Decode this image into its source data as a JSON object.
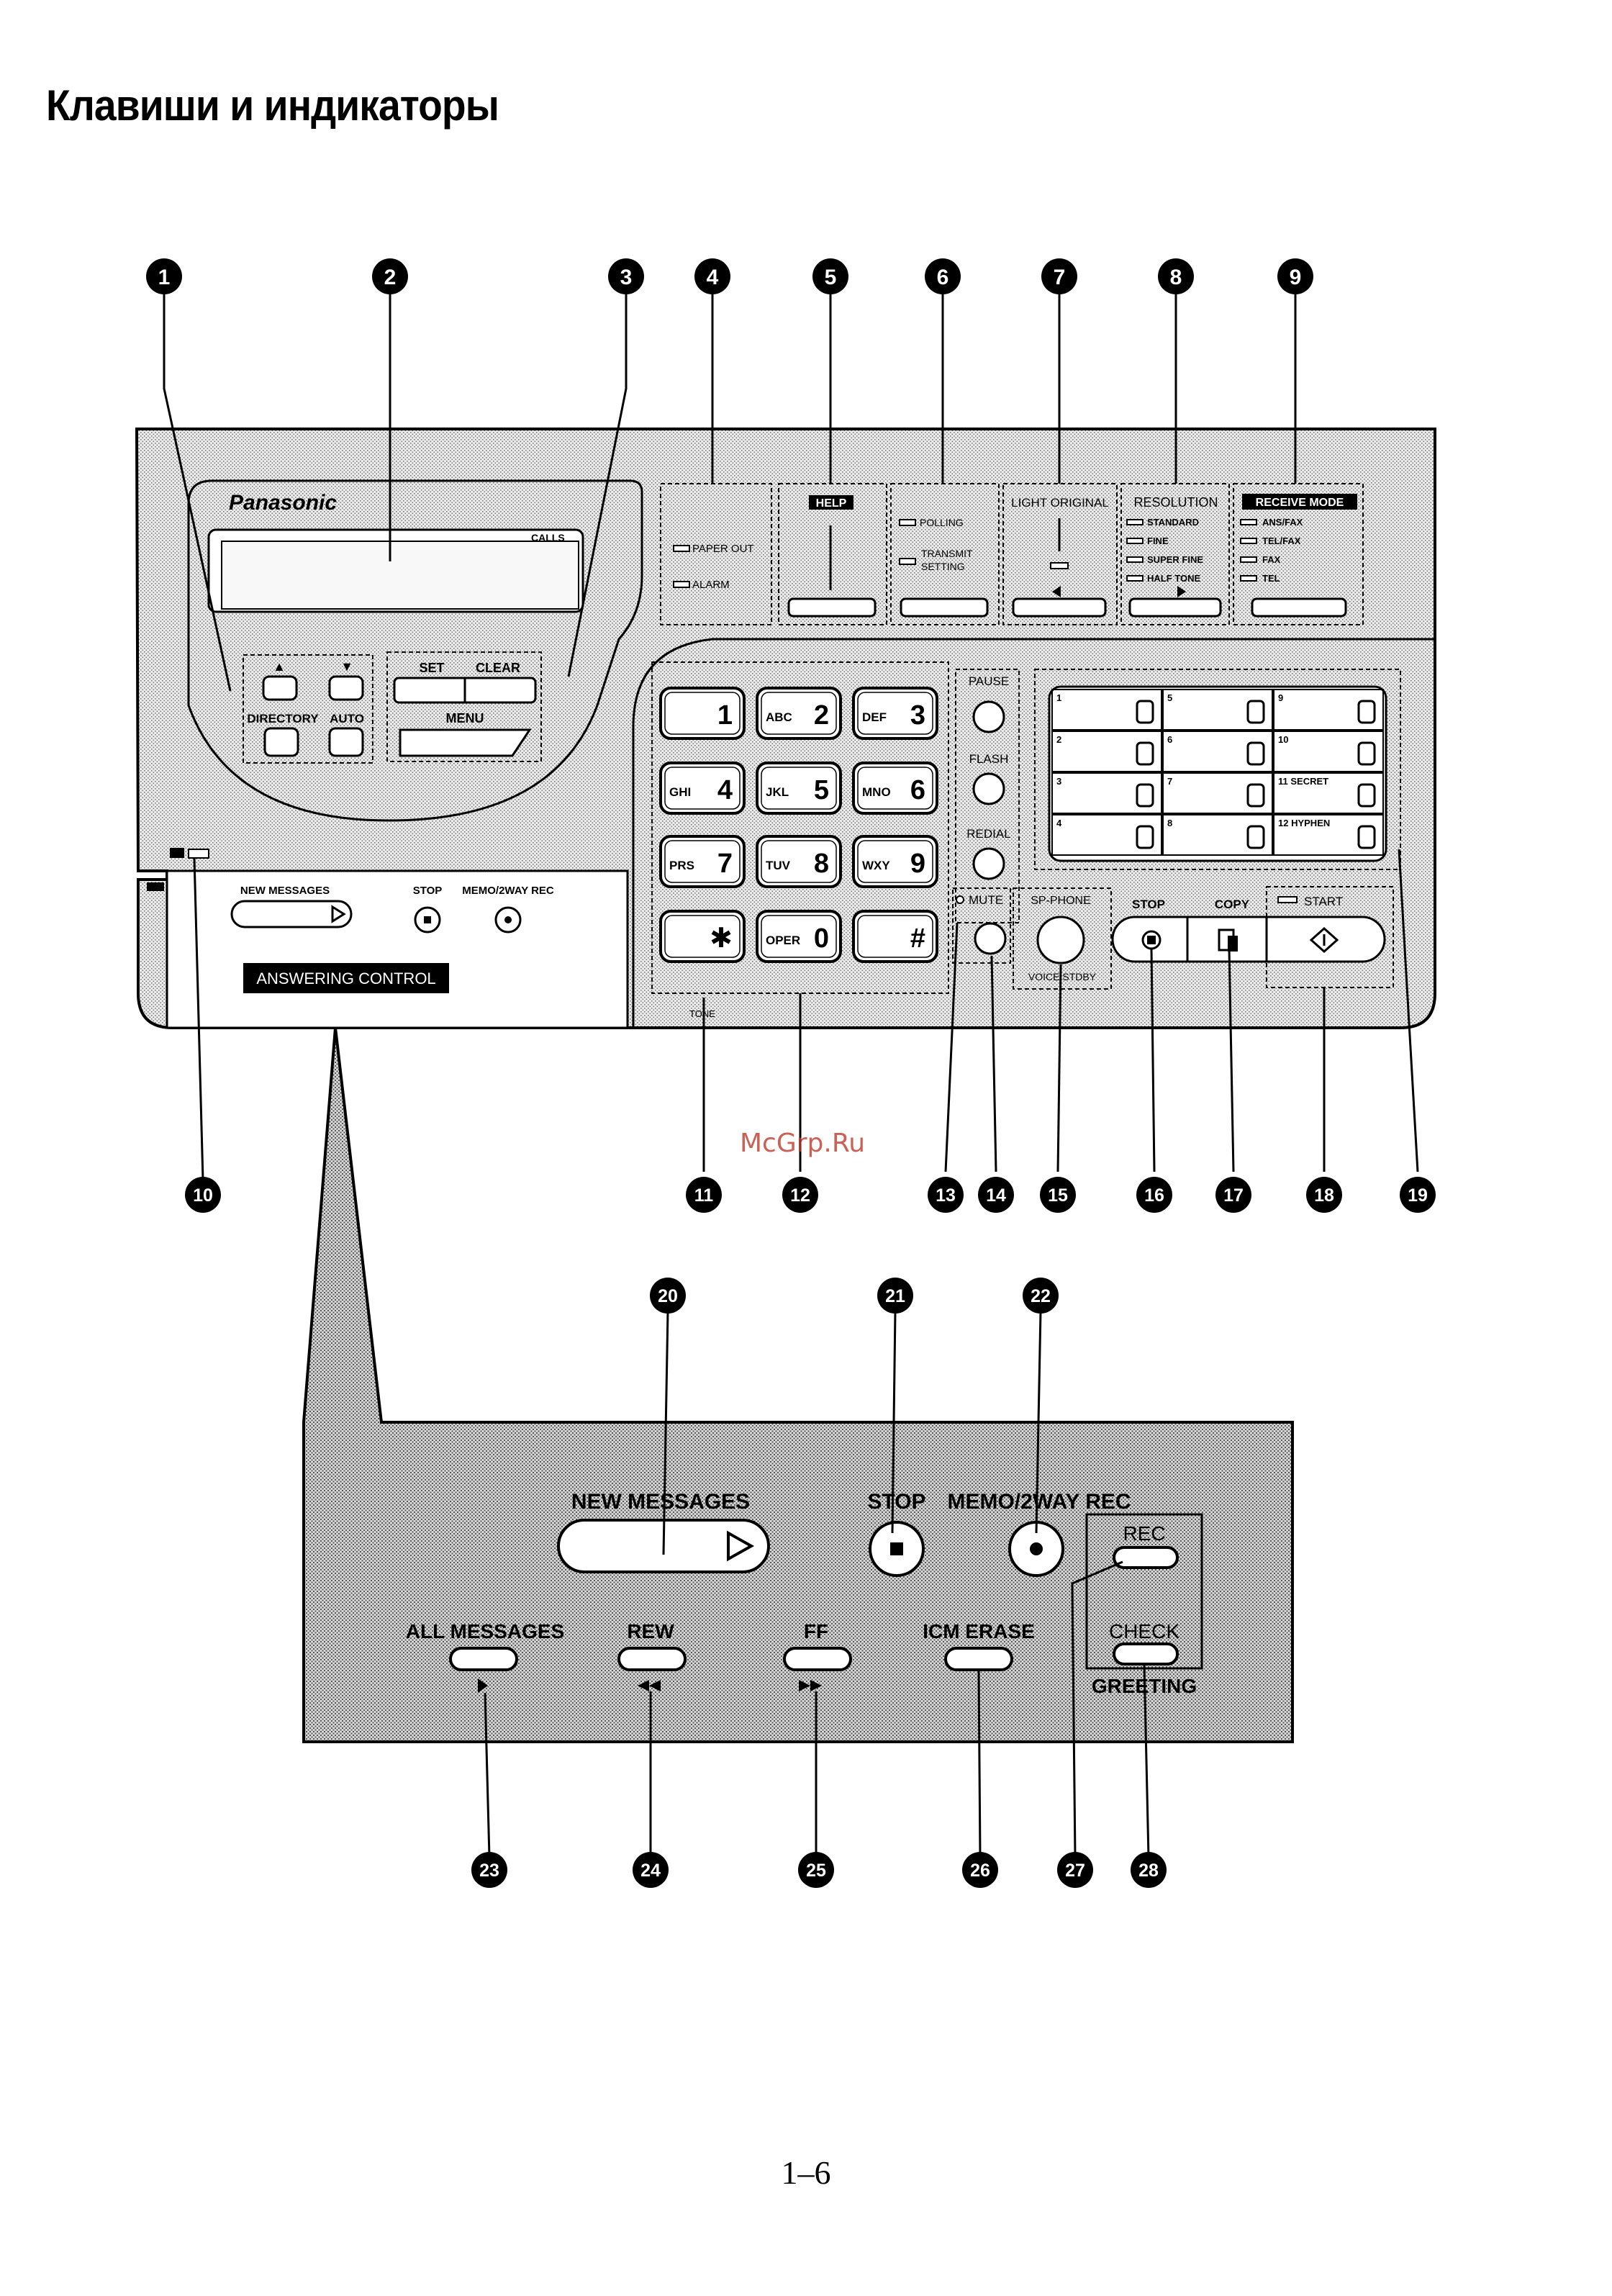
{
  "title": "Клавиши и индикаторы",
  "page_number": "1–6",
  "watermark": "McGrp.Ru",
  "callouts_top": [
    "1",
    "2",
    "3",
    "4",
    "5",
    "6",
    "7",
    "8",
    "9"
  ],
  "callouts_mid": [
    "10",
    "11",
    "12",
    "13",
    "14",
    "15",
    "16",
    "17",
    "18",
    "19"
  ],
  "callouts_bottom_top": [
    "20",
    "21",
    "22"
  ],
  "callouts_bottom_low": [
    "23",
    "24",
    "25",
    "26",
    "27",
    "28"
  ],
  "brand": "Panasonic",
  "lcd": {
    "calls": "CALLS"
  },
  "nav": {
    "up": "▲",
    "down": "▼",
    "directory": "DIRECTORY",
    "auto": "AUTO",
    "set": "SET",
    "clear": "CLEAR",
    "menu": "MENU"
  },
  "indicators": {
    "paper_out": "PAPER OUT",
    "alarm": "ALARM"
  },
  "help": "HELP",
  "polling": "POLLING",
  "transmit_setting": [
    "TRANSMIT",
    "SETTING"
  ],
  "light_original": "LIGHT ORIGINAL",
  "resolution": {
    "label": "RESOLUTION",
    "options": [
      "STANDARD",
      "FINE",
      "SUPER FINE",
      "HALF TONE"
    ]
  },
  "receive_mode": {
    "label": "RECEIVE MODE",
    "options": [
      "ANS/FAX",
      "TEL/FAX",
      "FAX",
      "TEL"
    ]
  },
  "keypad": [
    {
      "letters": "",
      "digit": "1"
    },
    {
      "letters": "ABC",
      "digit": "2"
    },
    {
      "letters": "DEF",
      "digit": "3"
    },
    {
      "letters": "GHI",
      "digit": "4"
    },
    {
      "letters": "JKL",
      "digit": "5"
    },
    {
      "letters": "MNO",
      "digit": "6"
    },
    {
      "letters": "PRS",
      "digit": "7"
    },
    {
      "letters": "TUV",
      "digit": "8"
    },
    {
      "letters": "WXY",
      "digit": "9"
    },
    {
      "letters": "",
      "digit": "✱"
    },
    {
      "letters": "OPER",
      "digit": "0"
    },
    {
      "letters": "",
      "digit": "#"
    }
  ],
  "tone": "TONE",
  "side_buttons": {
    "pause": "PAUSE",
    "flash": "FLASH",
    "redial": "REDIAL",
    "mute": "MUTE",
    "sp_phone": "SP-PHONE",
    "voice_stdby": "VOICE STDBY"
  },
  "one_touch": [
    "1",
    "5",
    "9",
    "2",
    "6",
    "10",
    "3",
    "7",
    "11 SECRET",
    "4",
    "8",
    "12 HYPHEN"
  ],
  "start_bar": {
    "stop": "STOP",
    "copy": "COPY",
    "start": "START"
  },
  "answering": {
    "new_messages": "NEW MESSAGES",
    "stop": "STOP",
    "memo": "MEMO/2WAY REC",
    "label": "ANSWERING CONTROL"
  },
  "zoom": {
    "new_messages": "NEW MESSAGES",
    "stop": "STOP",
    "memo": "MEMO/2WAY REC",
    "rec": "REC",
    "check": "CHECK",
    "greeting": "GREETING",
    "all_messages": "ALL MESSAGES",
    "rew": "REW",
    "ff": "FF",
    "icm_erase": "ICM ERASE"
  }
}
